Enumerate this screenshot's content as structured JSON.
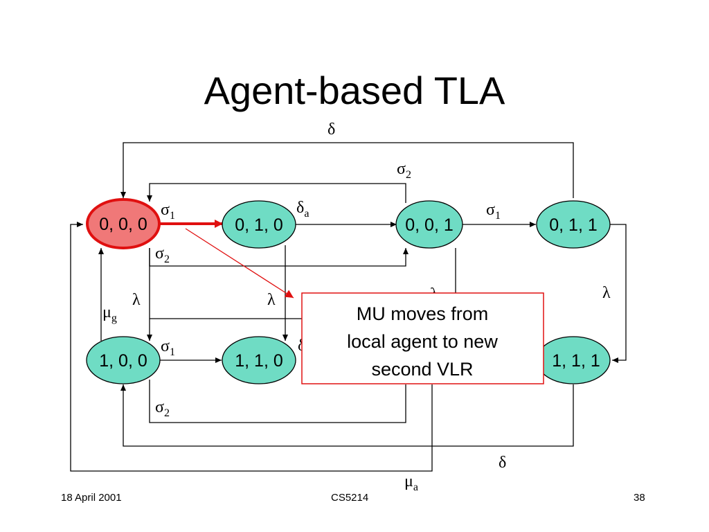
{
  "title": "Agent-based TLA",
  "states": {
    "s000": "0, 0, 0",
    "s010": "0, 1, 0",
    "s001": "0, 0, 1",
    "s011": "0, 1, 1",
    "s100": "1, 0, 0",
    "s110": "1, 1, 0",
    "s111": "1, 1, 1"
  },
  "labels": {
    "delta": "δ",
    "sigma": "σ",
    "lambda": "λ",
    "mu": "μ",
    "sub_1": "1",
    "sub_2": "2",
    "sub_a": "a",
    "sub_g": "g"
  },
  "callout": {
    "line1": "MU moves from",
    "line2": "local agent to new",
    "line3": "second VLR"
  },
  "footer": {
    "date": "18 April 2001",
    "course": "CS5214",
    "page": "38"
  },
  "colors": {
    "state_fill": "#6fdcc4",
    "active_state_fill": "#f07878",
    "active_state_border": "#e01010",
    "callout_border": "#e01010"
  }
}
